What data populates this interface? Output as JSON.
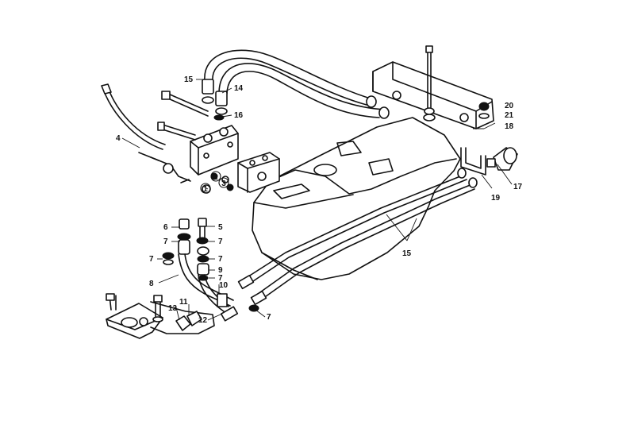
{
  "callouts": {
    "c1": "1",
    "c2": "2",
    "c3": "3",
    "c4": "4",
    "c5": "5",
    "c6": "6",
    "c7a": "7",
    "c7b": "7",
    "c7c": "7",
    "c7d": "7",
    "c7e": "7",
    "c7f": "7",
    "c8": "8",
    "c9": "9",
    "c10": "10",
    "c11": "11",
    "c12": "12",
    "c13": "13",
    "c14": "14",
    "c15a": "15",
    "c15b": "15",
    "c16": "16",
    "c17": "17",
    "c18": "18",
    "c19": "19",
    "c20": "20",
    "c21": "21"
  }
}
